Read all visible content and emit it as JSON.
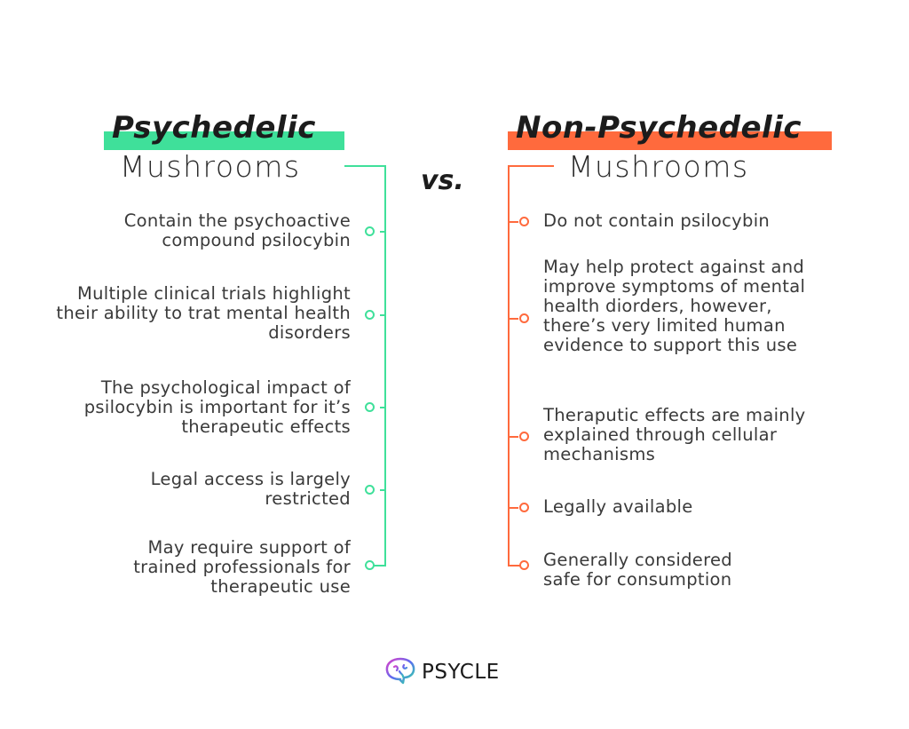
{
  "colors": {
    "green": "#3fe09a",
    "orange": "#ff6a3d",
    "text": "#3a3a3a"
  },
  "left": {
    "title": "Psychedelic",
    "subtitle": "Mushrooms",
    "items": [
      "Contain the psychoactive compound psilocybin",
      "Multiple clinical trials highlight their  ability to trat mental health disorders",
      "The psychological impact of psilocybin is important for it’s therapeutic effects",
      "Legal access is largely restricted",
      "May require support of trained professionals for therapeutic use"
    ]
  },
  "vs": "vs.",
  "right": {
    "title": "Non-Psychedelic",
    "subtitle": "Mushrooms",
    "items": [
      "Do not contain psilocybin",
      "May help protect against and improve symptoms of mental health diorders, however, there’s very limited human evidence to support this use",
      "Theraputic effects are mainly explained through cellular mechanisms",
      "Legally available",
      "Generally considered safe for consumption"
    ]
  },
  "logo": {
    "icon": "brain-icon",
    "text": "PSYCLE"
  }
}
